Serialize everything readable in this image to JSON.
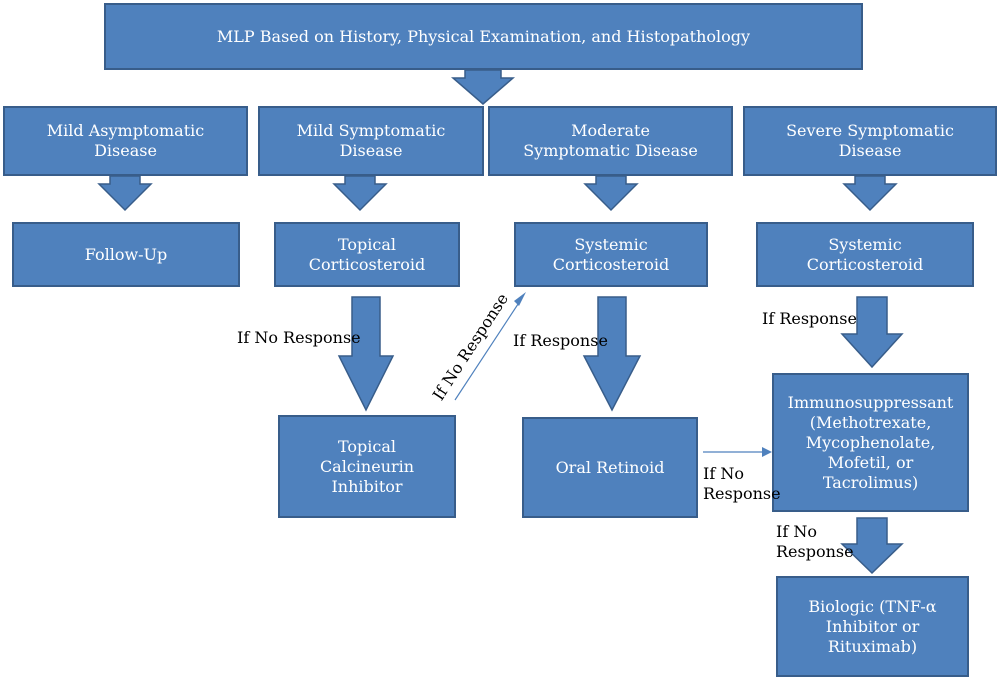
{
  "colors": {
    "fill": "#4f81bd",
    "stroke": "#385d8a",
    "text": "#ffffff",
    "label": "#000000",
    "connector": "#4f81bd"
  },
  "title": "MLP Based on History, Physical Examination, and Histopathology",
  "categories": [
    {
      "id": "mild-asymptomatic",
      "lines": [
        "Mild Asymptomatic",
        "Disease"
      ]
    },
    {
      "id": "mild-symptomatic",
      "lines": [
        "Mild Symptomatic",
        "Disease"
      ]
    },
    {
      "id": "moderate-symptomatic",
      "lines": [
        "Moderate",
        "Symptomatic Disease"
      ]
    },
    {
      "id": "severe-symptomatic",
      "lines": [
        "Severe Symptomatic",
        "Disease"
      ]
    }
  ],
  "treatments": {
    "follow_up": [
      "Follow-Up"
    ],
    "topical_corticosteroid": [
      "Topical",
      "Corticosteroid"
    ],
    "systemic_corticosteroid_moderate": [
      "Systemic",
      "Corticosteroid"
    ],
    "systemic_corticosteroid_severe": [
      "Systemic",
      "Corticosteroid"
    ],
    "topical_calcineurin": [
      "Topical",
      "Calcineurin",
      "Inhibitor"
    ],
    "oral_retinoid": [
      "Oral Retinoid"
    ],
    "immunosuppressant": [
      "Immunosuppressant",
      "(Methotrexate,",
      "Mycophenolate,",
      "Mofetil, or",
      "Tacrolimus)"
    ],
    "biologic": [
      "Biologic (TNF-α",
      "Inhibitor or",
      "Rituximab)"
    ]
  },
  "labels": {
    "no_response_1": "If No Response",
    "no_response_diag": "If No Response",
    "response_moderate": "If Response",
    "response_severe": "If Response",
    "no_response_retinoid": [
      "If No",
      "Response"
    ],
    "no_response_immuno": [
      "If No",
      "Response"
    ]
  }
}
